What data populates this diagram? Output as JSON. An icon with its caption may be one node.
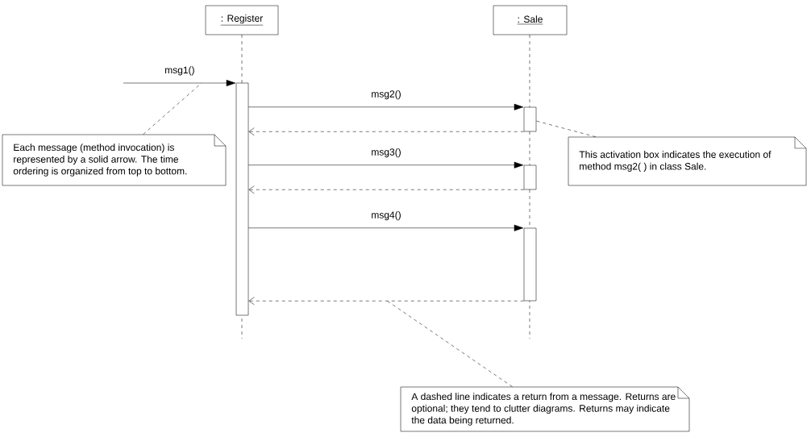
{
  "diagram": {
    "nodes": [
      {
        "text": [
          ": Register"
        ]
      },
      {
        "text": [
          ": Sale"
        ]
      },
      {
        "text": [],
        "shape": "bar"
      },
      {
        "text": [],
        "shape": "bar"
      },
      {
        "text": [],
        "shape": "bar"
      },
      {
        "text": [],
        "shape": "bar"
      },
      {
        "text": [
          "Each message (method invocation) is represented by a solid arrow. The time ordering is organized from top to bottom."
        ]
      },
      {
        "text": [
          "This activation box indicates the execution of method msg2( ) in class Sale."
        ]
      },
      {
        "text": [
          "A dashed line indicates a return from a message. Returns are optional; they tend to clutter diagrams. Returns may indicate the data being returned."
        ]
      }
    ],
    "edges": [
      {
        "from": null,
        "to": 2,
        "arrow": "to",
        "label": "msg1()"
      },
      {
        "from": 2,
        "to": 3,
        "arrow": "to",
        "label": "msg2()"
      },
      {
        "from": 3,
        "to": 2,
        "arrow": "to",
        "style": "dashed"
      },
      {
        "from": 2,
        "to": 4,
        "arrow": "to",
        "label": "msg3()"
      },
      {
        "from": 4,
        "to": 2,
        "arrow": "to",
        "style": "dashed"
      },
      {
        "from": 2,
        "to": 5,
        "arrow": "to",
        "label": "msg4()"
      },
      {
        "from": 5,
        "to": 2,
        "arrow": "to",
        "style": "dashed"
      },
      {
        "from": 6,
        "to": null,
        "arrow": "none",
        "style": "dashed"
      },
      {
        "from": 7,
        "to": 3,
        "arrow": "none",
        "style": "dashed"
      },
      {
        "from": 8,
        "to": null,
        "arrow": "none",
        "style": "dashed"
      }
    ]
  }
}
